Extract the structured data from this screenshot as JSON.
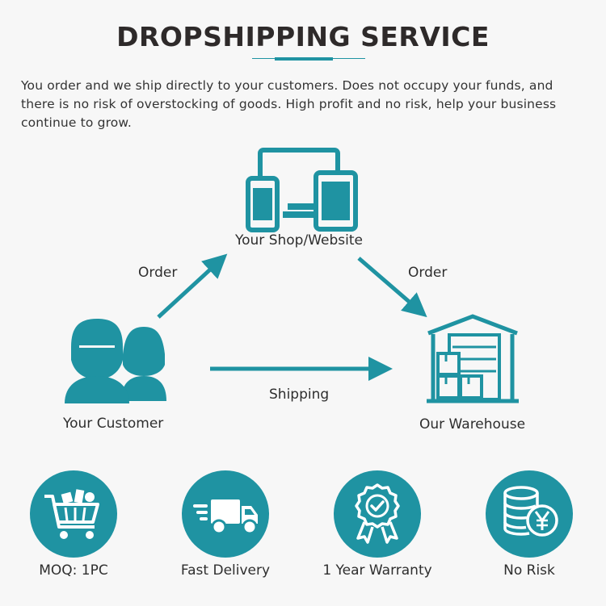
{
  "header": {
    "title": "DROPSHIPPING SERVICE",
    "intro": "You order and we ship directly to your customers. Does not occupy your funds, and there is no risk of overstocking of goods. High profit and no risk, help your business continue to grow."
  },
  "diagram": {
    "shop_label": "Your Shop/Website",
    "customer_label": "Your Customer",
    "warehouse_label": "Our Warehouse",
    "order_left_label": "Order",
    "order_right_label": "Order",
    "shipping_label": "Shipping",
    "shop_icon": "devices-icon",
    "customer_icon": "people-icon",
    "warehouse_icon": "warehouse-icon"
  },
  "features": [
    {
      "label": "MOQ: 1PC",
      "icon": "shopping-cart-icon"
    },
    {
      "label": "Fast Delivery",
      "icon": "delivery-truck-icon"
    },
    {
      "label": "1 Year Warranty",
      "icon": "warranty-badge-icon"
    },
    {
      "label": "No Risk",
      "icon": "coins-yen-icon"
    }
  ],
  "colors": {
    "accent": "#1f93a2",
    "background": "#f7f7f7",
    "text": "#2e2e2e"
  }
}
